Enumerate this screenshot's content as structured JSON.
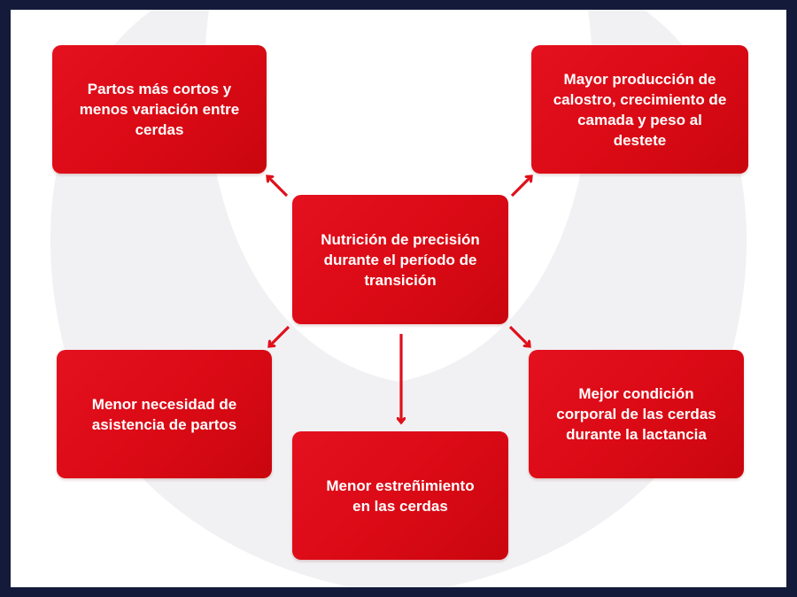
{
  "diagram": {
    "center": {
      "text": "Nutrición de precisión\ndurante el período de\ntransición"
    },
    "top_left": {
      "text": "Partos más cortos y\nmenos variación entre\ncerdas"
    },
    "top_right": {
      "text": "Mayor producción de\ncalostro, crecimiento de\ncamada y peso al\ndestete"
    },
    "bottom_left": {
      "text": "Menor necesidad de\nasistencia de partos"
    },
    "bottom_center": {
      "text": "Menor estreñimiento\nen las cerdas"
    },
    "bottom_right": {
      "text": "Mejor condición\ncorporal  de las cerdas\ndurante la lactancia"
    }
  },
  "colors": {
    "box_red": "#e0101b",
    "arrow_red": "#e0101b",
    "border_navy": "#141a3a",
    "watermark": "#f1f1f3"
  },
  "connections": [
    {
      "from": "center",
      "to": "top_left"
    },
    {
      "from": "center",
      "to": "top_right"
    },
    {
      "from": "center",
      "to": "bottom_left"
    },
    {
      "from": "center",
      "to": "bottom_center"
    },
    {
      "from": "center",
      "to": "bottom_right"
    }
  ]
}
